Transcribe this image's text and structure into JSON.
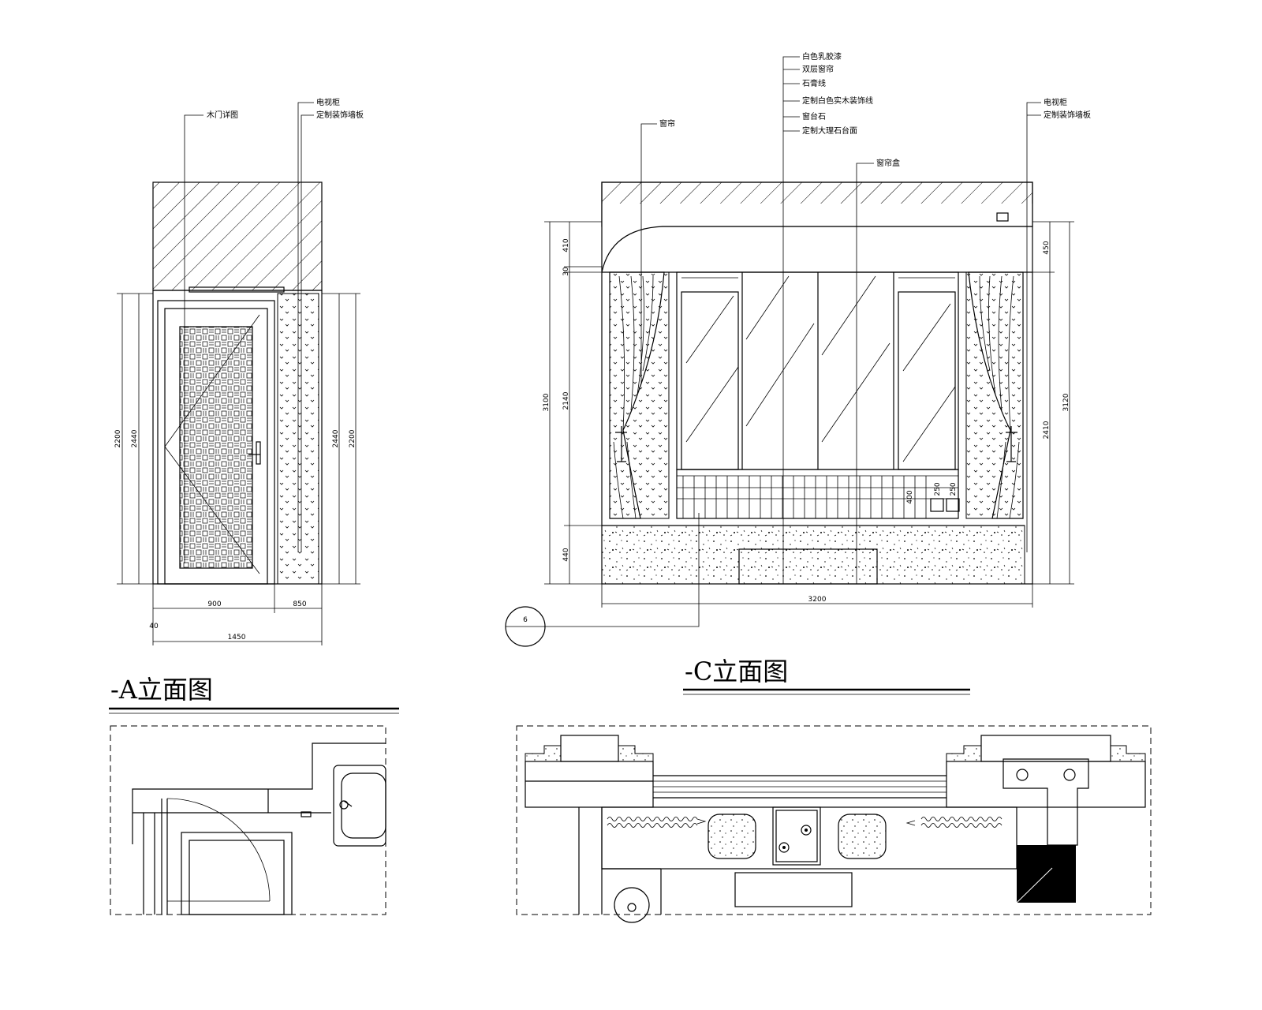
{
  "titles": {
    "elevation_a": "-A立面图",
    "elevation_c": "-C立面图"
  },
  "elevation_a": {
    "labels": [
      "木门详图",
      "电视柜",
      "定制装饰墙板"
    ],
    "dims": {
      "height_left": "2200",
      "height_left_inner": "2440",
      "height_right_inner": "2440",
      "height_right": "2200",
      "door_width": "900",
      "panel_width": "850",
      "total_width": "1450",
      "offset": "40"
    }
  },
  "elevation_c": {
    "labels": [
      "白色乳胶漆",
      "双层窗帘",
      "石膏线",
      "定制白色实木装饰线",
      "窗台石",
      "定制大理石台面",
      "窗帘盒",
      "电视柜",
      "定制装饰墙板",
      "窗帘"
    ],
    "dims": {
      "top_left": "410",
      "small_left": "30",
      "window_height": "2140",
      "overall_left": "3100",
      "base_height": "440",
      "top_right": "450",
      "height_right": "2410",
      "overall_right": "3120",
      "total_width": "3200",
      "rail_label": "400",
      "box_a": "250",
      "box_b": "250"
    },
    "detail_marker": "6"
  },
  "colors": {
    "line": "#000000",
    "background": "#ffffff"
  }
}
